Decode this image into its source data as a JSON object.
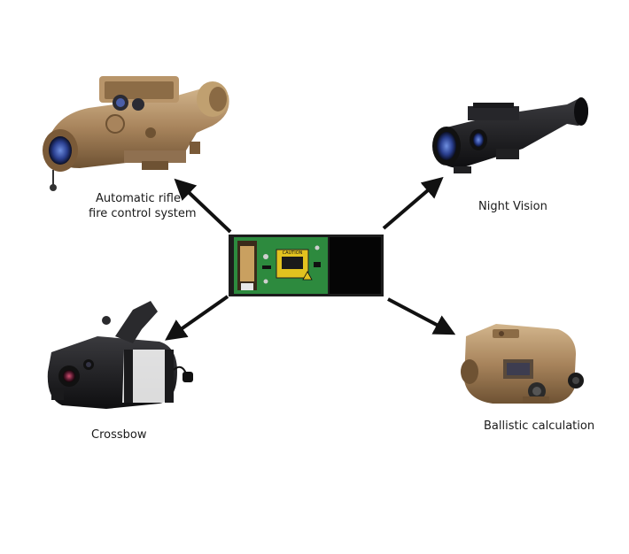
{
  "labels": {
    "rifle_line1": "Automatic rifle",
    "rifle_line2": "fire control system",
    "night_vision": "Night Vision",
    "crossbow": "Crossbow",
    "ballistic": "Ballistic calculation"
  },
  "module": {
    "caution_text": "CAUTION"
  },
  "colors": {
    "arrow": "#111111",
    "tan": "#a8845c",
    "tan_light": "#c8aa82",
    "tan_dark": "#6e5233",
    "pcb_green": "#2d8a3e",
    "black_device": "#1b1b1d",
    "lens_blue": "#2a3f8f"
  }
}
